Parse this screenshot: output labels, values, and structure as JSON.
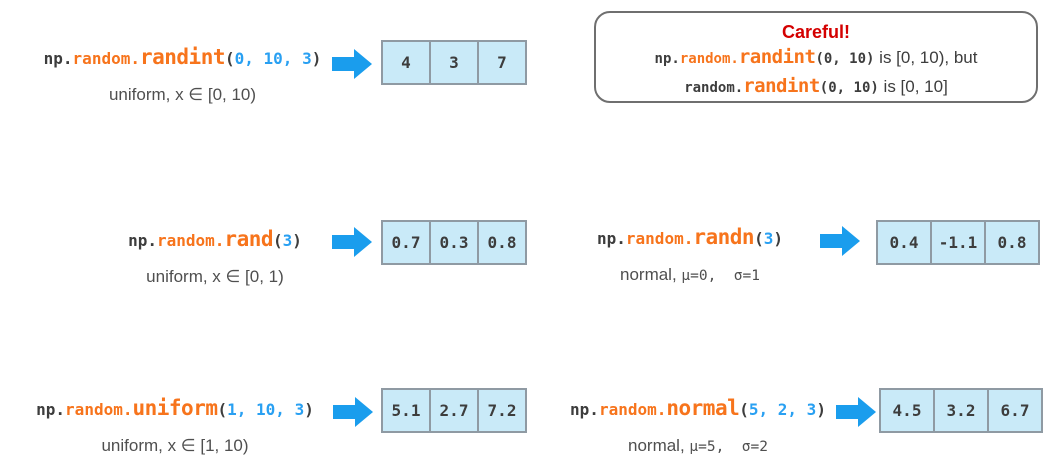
{
  "palette": {
    "orange": "#f7741c",
    "blue": "#29a0f2",
    "arrow": "#1a9ded",
    "red": "#d40000",
    "ink": "#3d3d3d",
    "caption": "#4f4f4f",
    "cell-bg": "#c9eaf8",
    "cell-border": "#8f9aa3",
    "box-border": "#6f6f6f"
  },
  "demos": [
    {
      "name": "randint",
      "prefix": "np.",
      "module": "random.",
      "func": "randint",
      "args_open": "(",
      "args": "0, 10, 3",
      "args_close": ")",
      "caption": "uniform, x ∈ [0, 10)",
      "caption_code": "",
      "values": [
        "4",
        "3",
        "7"
      ]
    },
    {
      "name": "rand",
      "prefix": "np.",
      "module": "random.",
      "func": "rand",
      "args_open": "(",
      "args": "3",
      "args_close": ")",
      "caption": "uniform, x ∈ [0, 1)",
      "caption_code": "",
      "values": [
        "0.7",
        "0.3",
        "0.8"
      ]
    },
    {
      "name": "randn",
      "prefix": "np.",
      "module": "random.",
      "func": "randn",
      "args_open": "(",
      "args": "3",
      "args_close": ")",
      "caption": "normal, ",
      "caption_code": "μ=0,  σ=1",
      "values": [
        "0.4",
        "-1.1",
        "0.8"
      ]
    },
    {
      "name": "uniform",
      "prefix": "np.",
      "module": "random.",
      "func": "uniform",
      "args_open": "(",
      "args": "1, 10, 3",
      "args_close": ")",
      "caption": "uniform, x ∈ [1, 10)",
      "caption_code": "",
      "values": [
        "5.1",
        "2.7",
        "7.2"
      ]
    },
    {
      "name": "normal",
      "prefix": "np.",
      "module": "random.",
      "func": "normal",
      "args_open": "(",
      "args": "5, 2, 3",
      "args_close": ")",
      "caption": "normal, ",
      "caption_code": "μ=5,  σ=2",
      "values": [
        "4.5",
        "3.2",
        "6.7"
      ]
    }
  ],
  "careful_box": {
    "title": "Careful!",
    "line1": {
      "prefix": "np.",
      "module": "random.",
      "func": "randint",
      "args": "(0, 10)",
      "tail": " is [0, 10), but"
    },
    "line2": {
      "module": "random.",
      "func": "randint",
      "args": "(0, 10)",
      "tail": " is [0, 10]"
    }
  }
}
